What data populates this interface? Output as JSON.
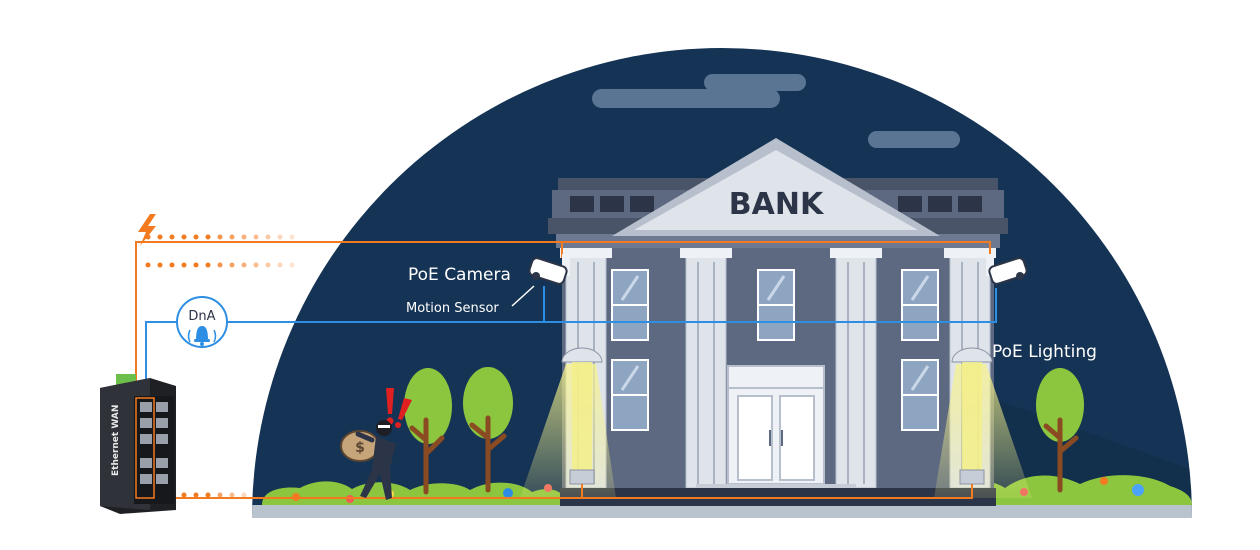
{
  "labels": {
    "bank_sign": "BANK",
    "poe_camera": "PoE Camera",
    "motion_sensor": "Motion Sensor",
    "poe_lighting": "PoE Lighting",
    "dna": "DnA",
    "switch_brand": "Ethernet WAN"
  },
  "colors": {
    "sky": "#153354",
    "ground": "#b9c3ce",
    "grass": "#8cc63f",
    "tree": "#8cc63f",
    "power_line": "#f47a20",
    "data_line": "#2d8ee3",
    "building_wall": "#5d6980",
    "column": "#dfe3ea",
    "light_beam": "#f7f38a"
  },
  "icons": {
    "power": "lightning-bolt-icon",
    "alarm": "bell-icon",
    "alert": "exclamation-icon"
  }
}
